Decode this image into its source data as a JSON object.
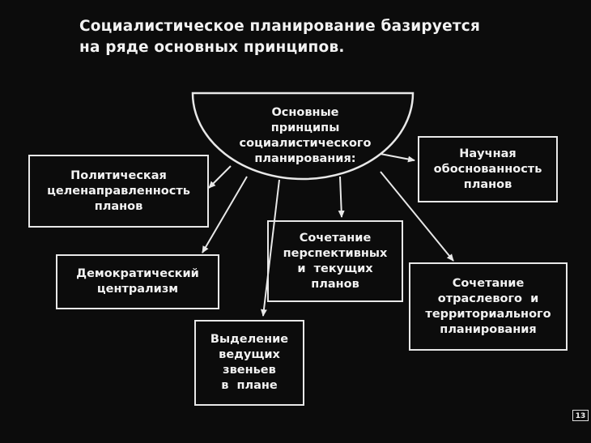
{
  "title": {
    "line1": "Социалистическое планирование базируется",
    "line2": "на ряде основных принципов."
  },
  "hub": {
    "lines": [
      "Основные",
      "принципы",
      "социалистического",
      "планирования:"
    ]
  },
  "boxes": {
    "political": [
      "Политическая",
      "целенаправленность",
      "планов"
    ],
    "scientific": [
      "Научная",
      "обоснованность",
      "планов"
    ],
    "democratic": [
      "Демократический",
      "централизм"
    ],
    "combination_plans": [
      "Сочетание",
      "перспективных",
      "и  текущих",
      "планов"
    ],
    "sectoral": [
      "Сочетание",
      "отраслевого  и",
      "территориального",
      "планирования"
    ],
    "leading_links": [
      "Выделение",
      "ведущих",
      "звеньев",
      "в  плане"
    ]
  },
  "page_number": "13",
  "colors": {
    "background": "#0c0c0c",
    "foreground": "#f2f2f2"
  }
}
